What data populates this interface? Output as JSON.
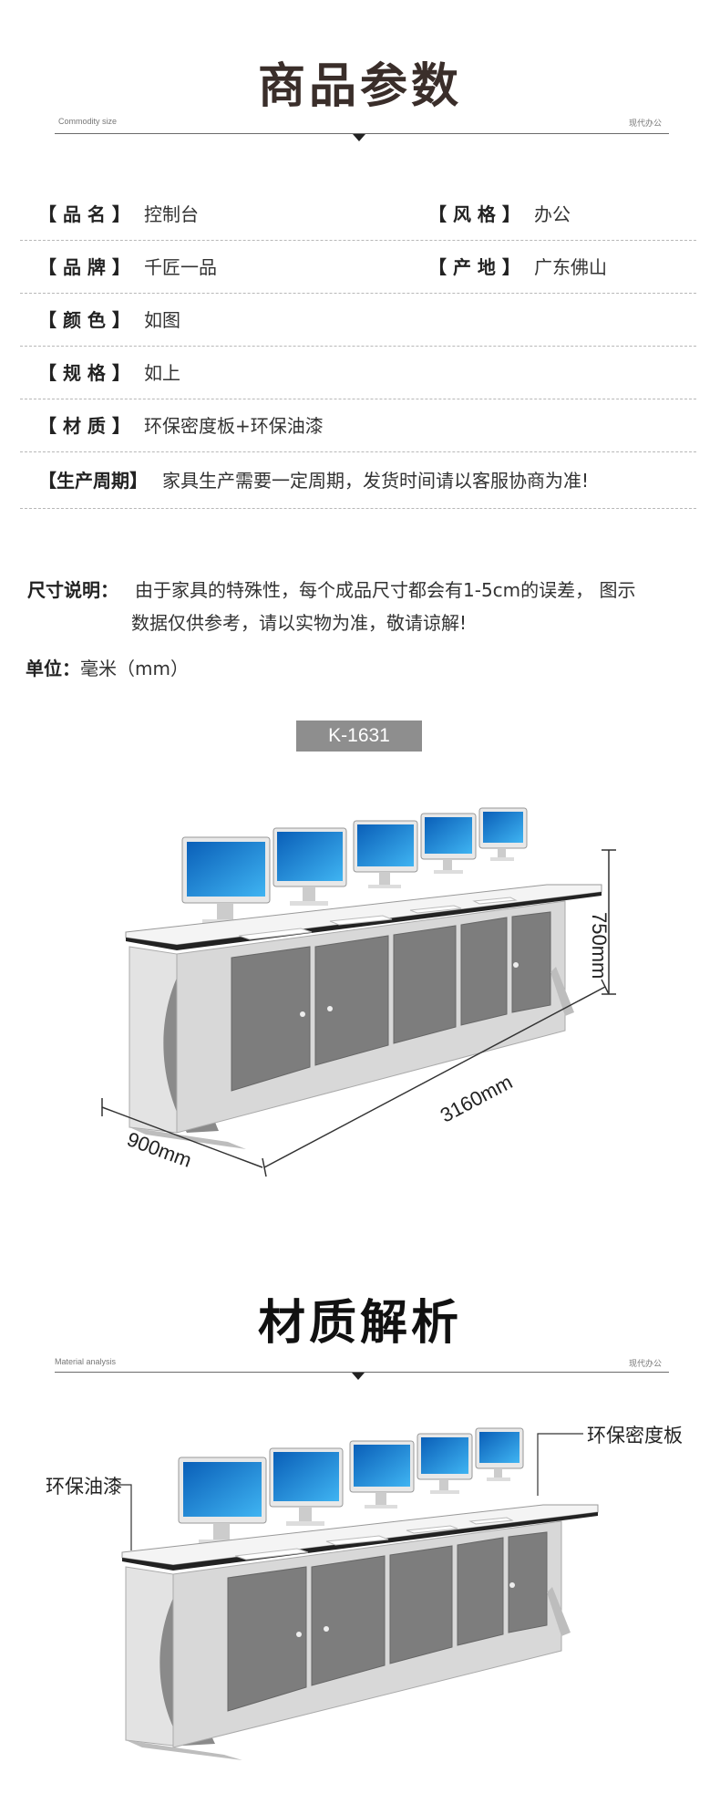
{
  "section1": {
    "title": "商品参数",
    "subtitle_left": "Commodity size",
    "subtitle_right": "现代办公"
  },
  "params": [
    {
      "label": "【 品 名 】",
      "value": "控制台",
      "label2": "【 风 格 】",
      "value2": "办公"
    },
    {
      "label": "【 品 牌 】",
      "value": "千匠一品",
      "label2": "【 产 地 】",
      "value2": "广东佛山"
    },
    {
      "label": "【 颜 色 】",
      "value": "如图"
    },
    {
      "label": "【 规 格 】",
      "value": "如上"
    },
    {
      "label": "【 材 质 】",
      "value": "环保密度板+环保油漆"
    },
    {
      "label": "【生产周期】",
      "value": "家具生产需要一定周期，发货时间请以客服协商为准!"
    }
  ],
  "size_note": {
    "label": "尺寸说明：",
    "line1": "由于家具的特殊性，每个成品尺寸都会有1-5cm的误差， 图示",
    "line2": "数据仅供参考，请以实物为准，敬请谅解!"
  },
  "unit_note": {
    "label": "单位：",
    "value": "毫米（mm）"
  },
  "product": {
    "model": "K-1631",
    "dim_height": "750mm",
    "dim_length": "3160mm",
    "dim_depth": "900mm"
  },
  "section2": {
    "title": "材质解析",
    "subtitle_left": "Material analysis",
    "subtitle_right": "现代办公"
  },
  "materials": {
    "board": "环保密度板",
    "paint": "环保油漆"
  },
  "colors": {
    "title": "#3a2e2a",
    "badge": "#8e8e8e",
    "cabinet": "#7d7d7d",
    "desk_top": "#f4f4f4"
  },
  "icons": [
    "monitor-icon",
    "keyboard-icon",
    "lock-icon"
  ]
}
